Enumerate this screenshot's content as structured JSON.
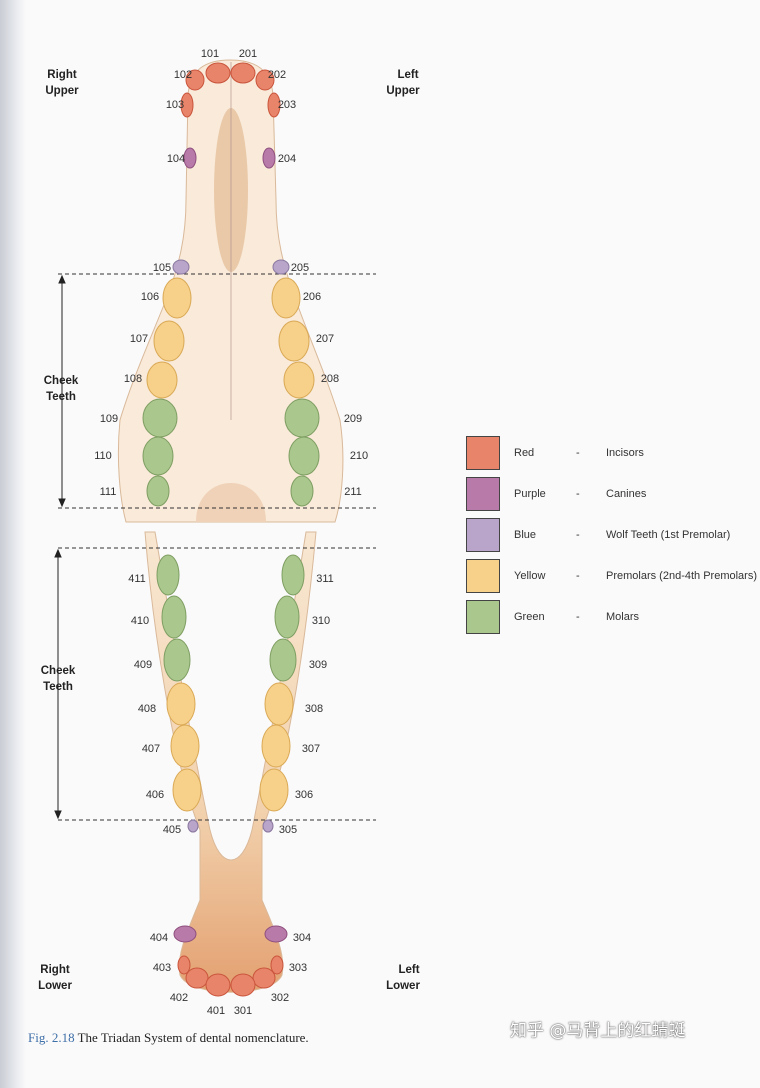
{
  "side_labels": {
    "right_upper": [
      "Right",
      "Upper"
    ],
    "left_upper": [
      "Left",
      "Upper"
    ],
    "cheek_teeth_upper": [
      "Cheek",
      "Teeth"
    ],
    "cheek_teeth_lower": [
      "Cheek",
      "Teeth"
    ],
    "right_lower": [
      "Right",
      "Lower"
    ],
    "left_lower": [
      "Left",
      "Lower"
    ]
  },
  "colors": {
    "red": "#e8846a",
    "purple": "#b87aa8",
    "blue": "#b9a5c9",
    "yellow": "#f7d08a",
    "green": "#aac78d"
  },
  "teeth": [
    {
      "id": "101",
      "type": "red"
    },
    {
      "id": "201",
      "type": "red"
    },
    {
      "id": "102",
      "type": "red"
    },
    {
      "id": "202",
      "type": "red"
    },
    {
      "id": "103",
      "type": "red"
    },
    {
      "id": "203",
      "type": "red"
    },
    {
      "id": "104",
      "type": "purple"
    },
    {
      "id": "204",
      "type": "purple"
    },
    {
      "id": "105",
      "type": "blue"
    },
    {
      "id": "205",
      "type": "blue"
    },
    {
      "id": "106",
      "type": "yellow"
    },
    {
      "id": "206",
      "type": "yellow"
    },
    {
      "id": "107",
      "type": "yellow"
    },
    {
      "id": "207",
      "type": "yellow"
    },
    {
      "id": "108",
      "type": "yellow"
    },
    {
      "id": "208",
      "type": "yellow"
    },
    {
      "id": "109",
      "type": "green"
    },
    {
      "id": "209",
      "type": "green"
    },
    {
      "id": "110",
      "type": "green"
    },
    {
      "id": "210",
      "type": "green"
    },
    {
      "id": "111",
      "type": "green"
    },
    {
      "id": "211",
      "type": "green"
    },
    {
      "id": "411",
      "type": "green"
    },
    {
      "id": "311",
      "type": "green"
    },
    {
      "id": "410",
      "type": "green"
    },
    {
      "id": "310",
      "type": "green"
    },
    {
      "id": "409",
      "type": "green"
    },
    {
      "id": "309",
      "type": "green"
    },
    {
      "id": "408",
      "type": "yellow"
    },
    {
      "id": "308",
      "type": "yellow"
    },
    {
      "id": "407",
      "type": "yellow"
    },
    {
      "id": "307",
      "type": "yellow"
    },
    {
      "id": "406",
      "type": "yellow"
    },
    {
      "id": "306",
      "type": "yellow"
    },
    {
      "id": "405",
      "type": "blue"
    },
    {
      "id": "305",
      "type": "blue"
    },
    {
      "id": "404",
      "type": "purple"
    },
    {
      "id": "304",
      "type": "purple"
    },
    {
      "id": "403",
      "type": "red"
    },
    {
      "id": "303",
      "type": "red"
    },
    {
      "id": "402",
      "type": "red"
    },
    {
      "id": "302",
      "type": "red"
    },
    {
      "id": "401",
      "type": "red"
    },
    {
      "id": "301",
      "type": "red"
    }
  ],
  "legend": [
    {
      "color": "red",
      "name": "Red",
      "sep": "-",
      "meaning": "Incisors"
    },
    {
      "color": "purple",
      "name": "Purple",
      "sep": "-",
      "meaning": "Canines"
    },
    {
      "color": "blue",
      "name": "Blue",
      "sep": "-",
      "meaning": "Wolf Teeth  (1st Premolar)"
    },
    {
      "color": "yellow",
      "name": "Yellow",
      "sep": "-",
      "meaning": "Premolars  (2nd-4th Premolars)"
    },
    {
      "color": "green",
      "name": "Green",
      "sep": "-",
      "meaning": "Molars"
    }
  ],
  "caption": {
    "fig": "Fig. 2.18",
    "text": " The Triadan System of dental nomenclature."
  },
  "watermark": "知乎 @马背上的红蜻蜓"
}
